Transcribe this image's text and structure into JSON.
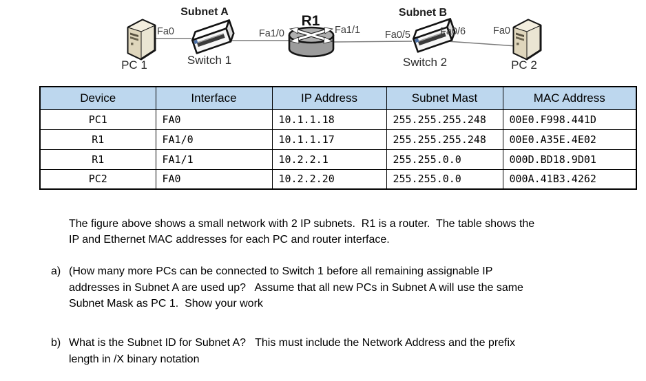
{
  "diagram": {
    "subnet_a_label": "Subnet A",
    "subnet_b_label": "Subnet B",
    "router_label": "R1",
    "pc1_label": "PC 1",
    "switch1_label": "Switch 1",
    "switch2_label": "Switch 2",
    "pc2_label": "PC 2",
    "ports": {
      "pc1_port": "Fa0",
      "r1_left_port": "Fa1/0",
      "r1_right_port": "Fa1/1",
      "switch2_left_port": "Fa0/5",
      "switch2_right_port": "Fa0/6",
      "pc2_port": "Fa0"
    }
  },
  "table": {
    "header_bg": "#BDD7EE",
    "headers": [
      "Device",
      "Interface",
      "IP Address",
      "Subnet Mast",
      "MAC Address"
    ],
    "rows": [
      [
        "PC1",
        "FA0",
        "10.1.1.18",
        "255.255.255.248",
        "00E0.F998.441D"
      ],
      [
        "R1",
        "FA1/0",
        "10.1.1.17",
        "255.255.255.248",
        "00E0.A35E.4E02"
      ],
      [
        "R1",
        "FA1/1",
        "10.2.2.1",
        "255.255.0.0",
        "000D.BD18.9D01"
      ],
      [
        "PC2",
        "FA0",
        "10.2.2.20",
        "255.255.0.0",
        "000A.41B3.4262"
      ]
    ]
  },
  "text": {
    "intro": "The figure above shows a small network with 2 IP subnets.  R1 is a router.  The table shows the\nIP and Ethernet MAC addresses for each PC and router interface.",
    "questions": [
      {
        "marker": "a)",
        "text": "(How many more PCs can be connected to Switch 1 before all remaining assignable IP\naddresses in Subnet A are used up?   Assume that all new PCs in Subnet A will use the same\nSubnet Mask as PC 1.  Show your work"
      },
      {
        "marker": "b)",
        "text": "What is the Subnet ID for Subnet A?   This must include the Network Address and the prefix\nlength in /X binary notation"
      }
    ]
  }
}
